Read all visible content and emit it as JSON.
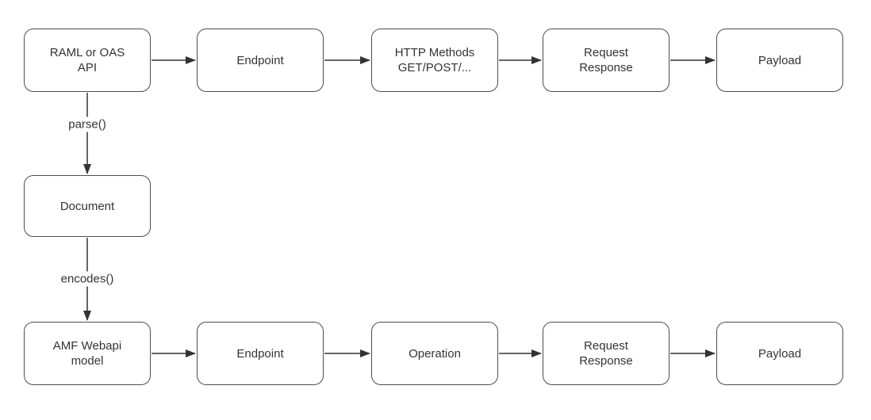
{
  "diagram": {
    "nodes": {
      "raml_api": "RAML or OAS\nAPI",
      "endpoint_top": "Endpoint",
      "http_methods": "HTTP Methods\nGET/POST/...",
      "request_response_top": "Request\nResponse",
      "payload_top": "Payload",
      "document": "Document",
      "amf_model": "AMF Webapi\nmodel",
      "endpoint_bottom": "Endpoint",
      "operation": "Operation",
      "request_response_bottom": "Request\nResponse",
      "payload_bottom": "Payload"
    },
    "edge_labels": {
      "parse": "parse()",
      "encodes": "encodes()"
    },
    "colors": {
      "node_border": "#4d4d4d",
      "edge_stroke": "#333333",
      "text": "#333333",
      "background": "#ffffff"
    }
  }
}
